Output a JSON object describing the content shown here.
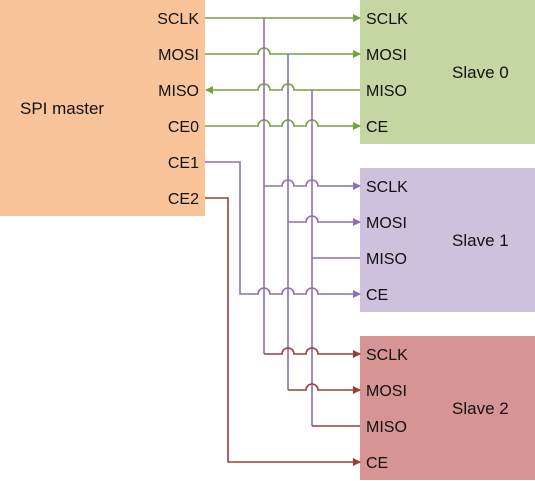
{
  "master": {
    "title": "SPI master",
    "pins": [
      "SCLK",
      "MOSI",
      "MISO",
      "CE0",
      "CE1",
      "CE2"
    ],
    "color": "#f9c49a"
  },
  "slaves": [
    {
      "title": "Slave 0",
      "pins": [
        "SCLK",
        "MOSI",
        "MISO",
        "CE"
      ],
      "color": "#c4d7a2",
      "wire_color": "#76a23e"
    },
    {
      "title": "Slave 1",
      "pins": [
        "SCLK",
        "MOSI",
        "MISO",
        "CE"
      ],
      "color": "#cdc1dd",
      "wire_color": "#8d6fb4"
    },
    {
      "title": "Slave 2",
      "pins": [
        "SCLK",
        "MOSI",
        "MISO",
        "CE"
      ],
      "color": "#d69594",
      "wire_color": "#9b3d35"
    }
  ]
}
